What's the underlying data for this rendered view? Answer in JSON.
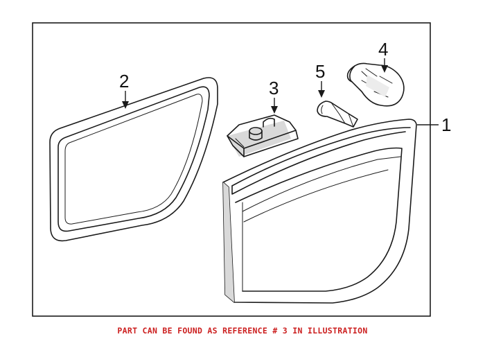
{
  "callouts": {
    "ref1": "1",
    "ref2": "2",
    "ref3": "3",
    "ref4": "4",
    "ref5": "5"
  },
  "footer": {
    "note": "PART CAN BE FOUND AS REFERENCE # 3 IN ILLUSTRATION",
    "color": "#cc1f1f"
  }
}
